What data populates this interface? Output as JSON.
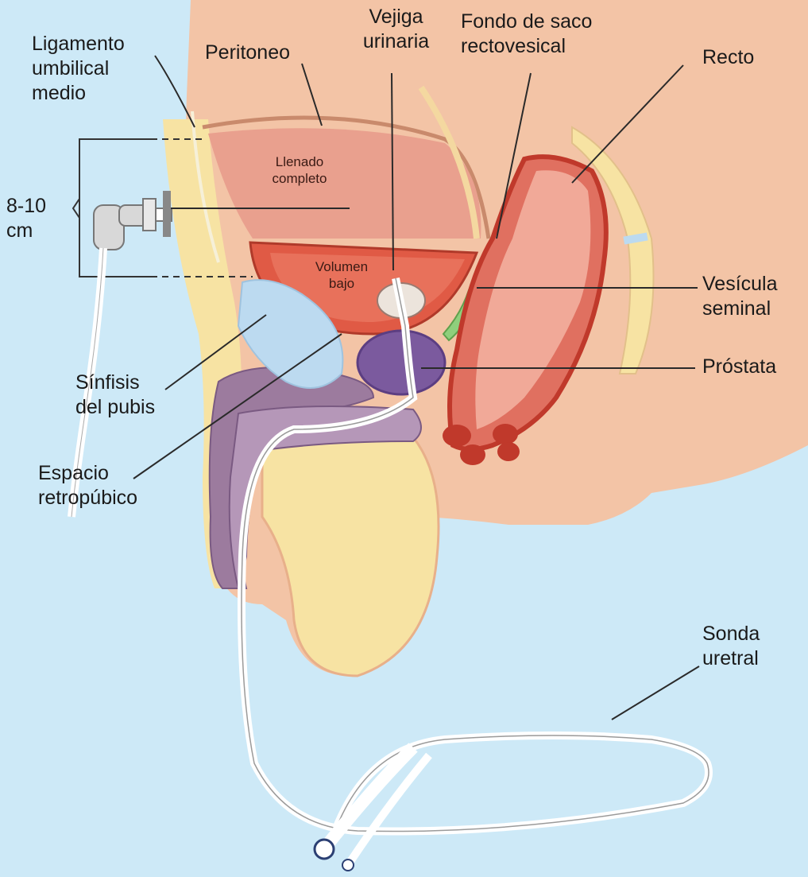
{
  "figure": {
    "colors": {
      "background": "#cde9f7",
      "skin": "#f3c4a6",
      "fat": "#f7e3a3",
      "bladder_full": "#e9a08e",
      "bladder_low": "#e05a45",
      "prostate": "#7b5a9e",
      "seminal_vesicle": "#8fcf7c",
      "rectum": "#d84a3e",
      "symphysis": "#bcdaf0",
      "catheter": "#ffffff"
    },
    "labels": {
      "ligamento": "Ligamento\numbilical\nmedio",
      "peritoneo": "Peritoneo",
      "vejiga": "Vejiga\nurinaria",
      "fondo": "Fondo de saco\nrectovesical",
      "recto": "Recto",
      "distancia": "8-10\ncm",
      "llenado": "Llenado\ncompleto",
      "volumen": "Volumen\nbajo",
      "vesicula": "Vesícula\nseminal",
      "prostata": "Próstata",
      "sinfisis": "Sínfisis\ndel pubis",
      "espacio": "Espacio\nretropúbico",
      "sonda": "Sonda\nuretral"
    }
  }
}
